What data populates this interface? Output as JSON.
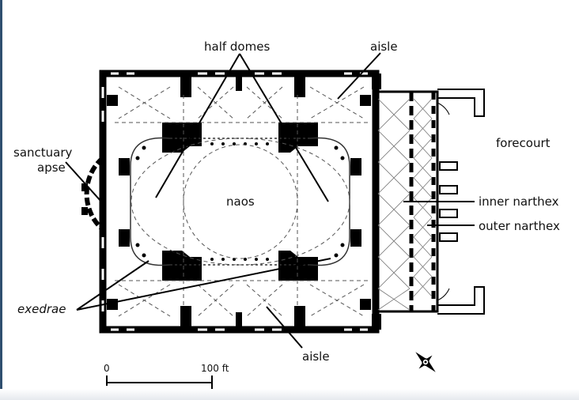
{
  "diagram": {
    "labels": {
      "half_domes": "half domes",
      "aisle_top": "aisle",
      "aisle_bottom": "aisle",
      "sanctuary_apse_line1": "sanctuary",
      "sanctuary_apse_line2": "apse",
      "naos": "naos",
      "forecourt": "forecourt",
      "inner_narthex": "inner narthex",
      "outer_narthex": "outer narthex",
      "exedrae": "exedrae"
    },
    "scale_bar": {
      "start": "0",
      "end": "100 ft"
    },
    "colors": {
      "wall": "#000000",
      "line": "#111111",
      "dashed": "#555555",
      "background": "#ffffff"
    },
    "icons": [
      "compass-icon"
    ]
  }
}
